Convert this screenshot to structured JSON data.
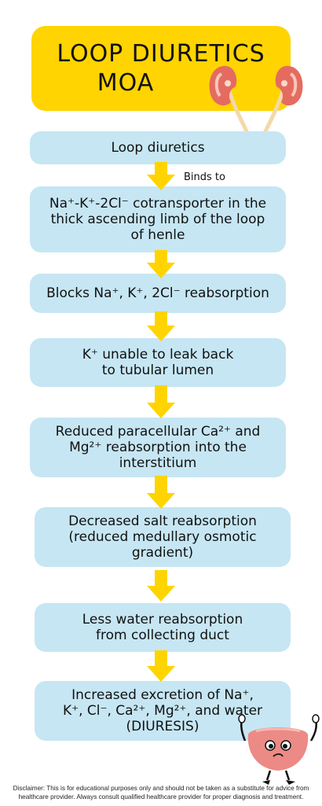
{
  "title": {
    "line1": "LOOP DIURETICS",
    "line2": "MOA"
  },
  "edge_label": "Binds to",
  "steps": [
    {
      "lines": [
        "Loop diuretics"
      ]
    },
    {
      "lines": [
        "Na⁺-K⁺-2Cl⁻ cotransporter in the",
        "thick ascending limb of the loop",
        "of henle"
      ]
    },
    {
      "lines": [
        "Blocks Na⁺, K⁺, 2Cl⁻ reabsorption"
      ]
    },
    {
      "lines": [
        "K⁺ unable to leak back",
        "to tubular lumen"
      ]
    },
    {
      "lines": [
        "Reduced paracellular Ca²⁺ and",
        "Mg²⁺ reabsorption into the",
        "interstitium"
      ]
    },
    {
      "lines": [
        "Decreased salt reabsorption",
        "(reduced medullary osmotic",
        "gradient)"
      ]
    },
    {
      "lines": [
        "Less water reabsorption",
        "from collecting duct"
      ]
    },
    {
      "lines": [
        "Increased excretion of Na⁺,",
        "K⁺, Cl⁻, Ca²⁺, Mg²⁺, and water",
        "(DIURESIS)"
      ]
    }
  ],
  "disclaimer": {
    "line1": "Disclaimer: This is for educational purposes only and should not be taken as a substitute for advice from",
    "line2": "healthcare provider. Always consult qualified healthcare provider for proper diagnosis and treatment."
  },
  "colors": {
    "title_bg": "#ffd400",
    "box_bg": "#c6e6f3",
    "arrow": "#ffd400",
    "kidney": "#e56b61",
    "bladder": "#ec8a86"
  },
  "icons": [
    "kidneys-and-bladder-icon",
    "bladder-mascot-icon"
  ]
}
